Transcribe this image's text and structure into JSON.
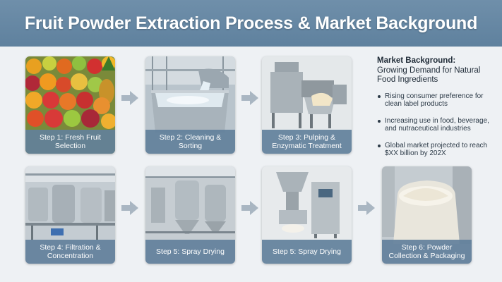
{
  "header": {
    "title": "Fruit Powder Extraction Process & Market Background"
  },
  "steps": [
    {
      "label": "Step 1: Fresh Fruit Selection",
      "image": "fresh-fruit-pile"
    },
    {
      "label": "Step 2: Cleaning & Sorting",
      "image": "washing-tank"
    },
    {
      "label": "Step 3: Pulping & Enzymatic Treatment",
      "image": "pulping-machine"
    },
    {
      "label": "Step 4: Filtration & Concentration",
      "image": "filtration-tanks"
    },
    {
      "label": "Step 5: Spray Drying",
      "image": "spray-drying-tanks"
    },
    {
      "label": "Step 5: Spray Drying",
      "image": "spray-dryer-machine"
    },
    {
      "label": "Step 6: Powder Collection & Packaging",
      "image": "powder-sack"
    }
  ],
  "market": {
    "title": "Market Background:",
    "subtitle": "Growing Demand for Natural Food Ingredients",
    "points": [
      "Rising consumer preference for clean label products",
      "Increasing use in food, beverage, and nutraceutical industries",
      "Global market projected to reach $XX billion by 202X"
    ]
  },
  "colors": {
    "banner": "#6485a2",
    "caption": "#62809b",
    "arrow": "#a9b6c2"
  }
}
